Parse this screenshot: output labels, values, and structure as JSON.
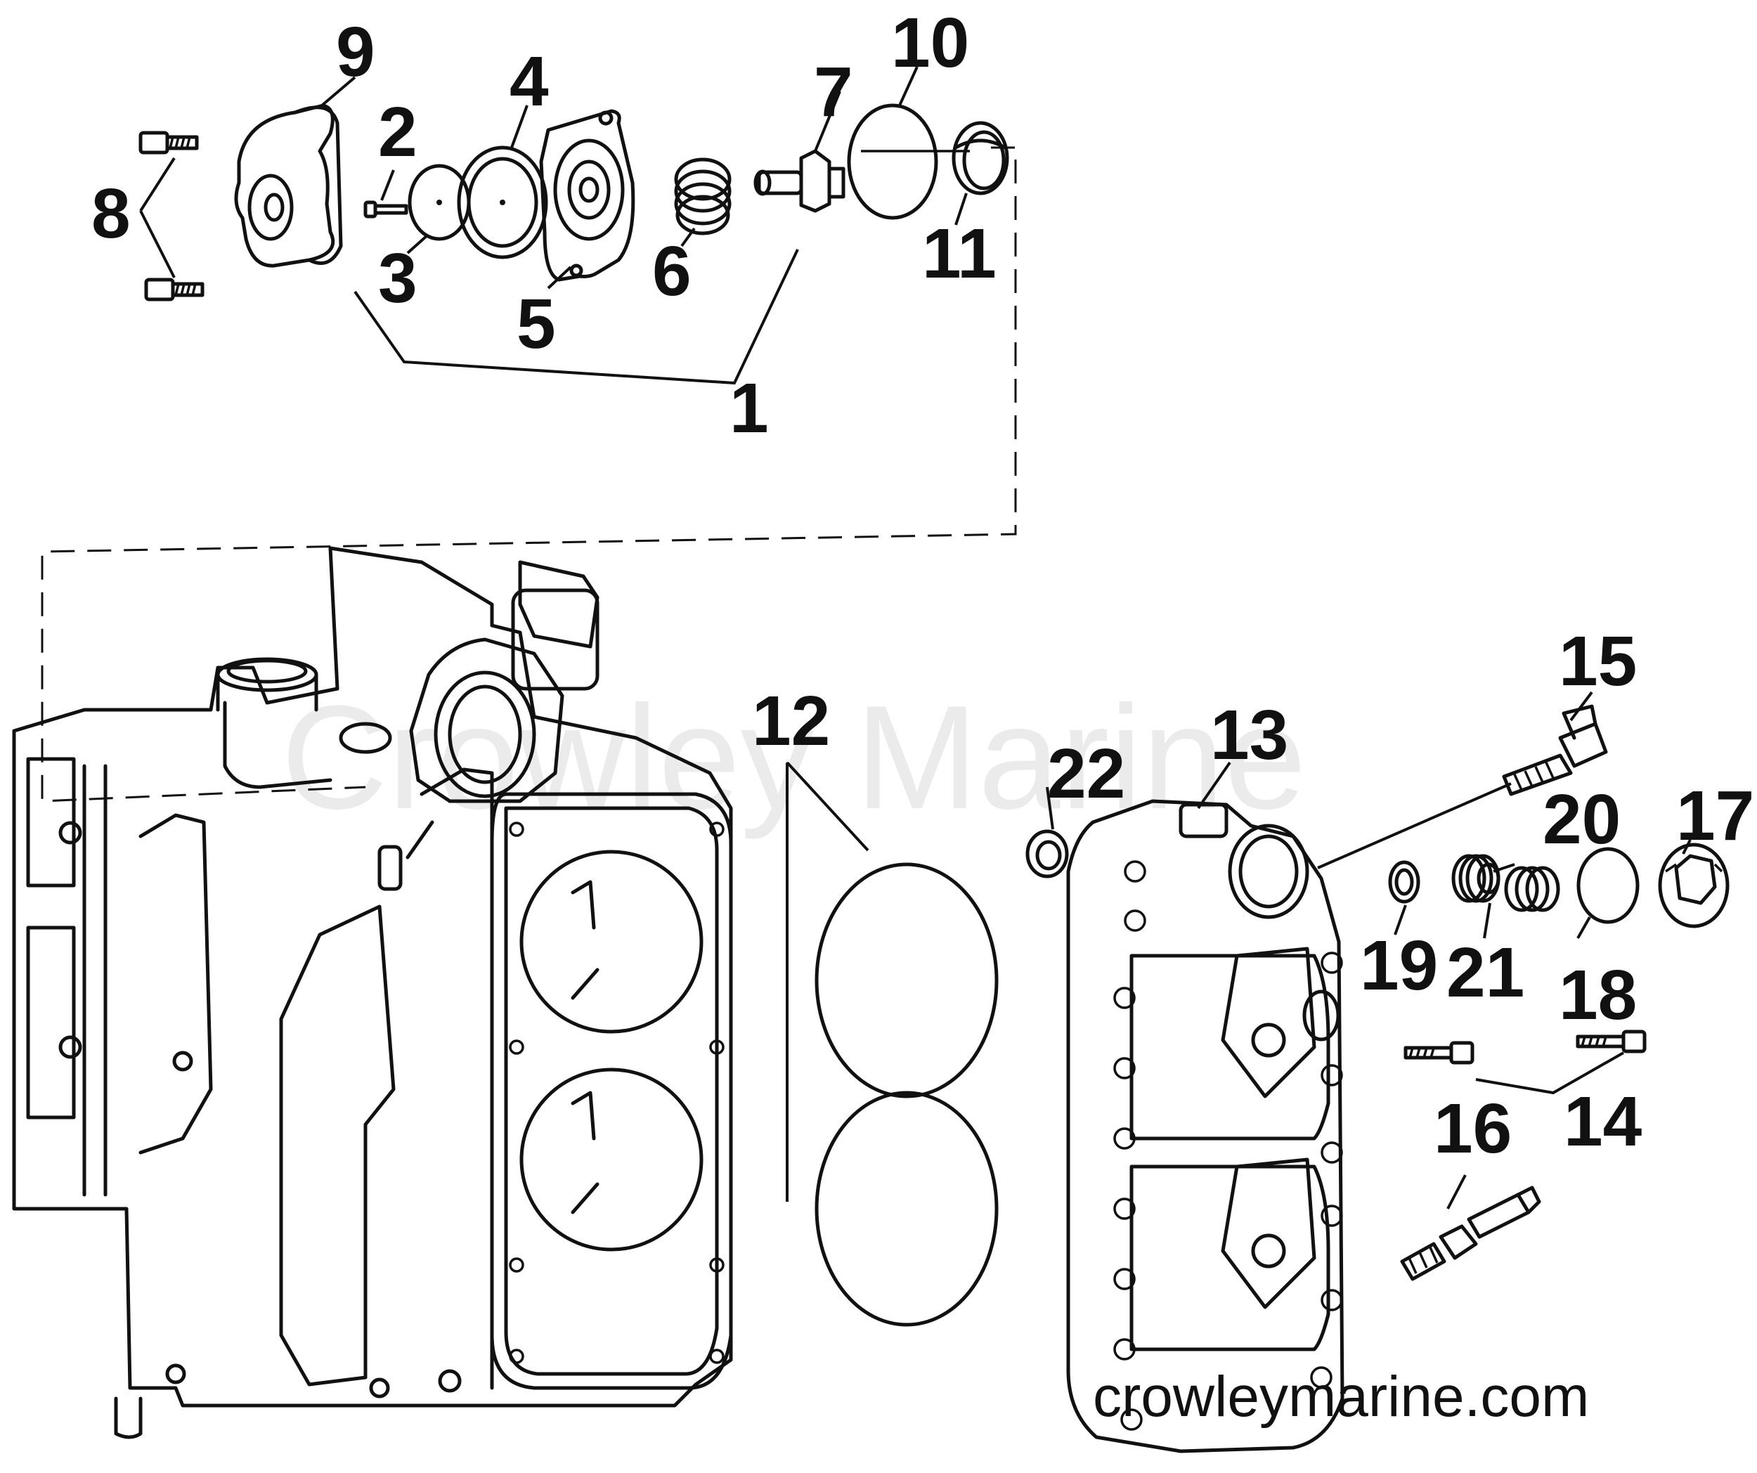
{
  "callouts": [
    {
      "id": "1",
      "label": "1"
    },
    {
      "id": "2",
      "label": "2"
    },
    {
      "id": "3",
      "label": "3"
    },
    {
      "id": "4",
      "label": "4"
    },
    {
      "id": "5",
      "label": "5"
    },
    {
      "id": "6",
      "label": "6"
    },
    {
      "id": "7",
      "label": "7"
    },
    {
      "id": "8",
      "label": "8"
    },
    {
      "id": "9",
      "label": "9"
    },
    {
      "id": "10",
      "label": "10"
    },
    {
      "id": "11",
      "label": "11"
    },
    {
      "id": "12",
      "label": "12"
    },
    {
      "id": "13",
      "label": "13"
    },
    {
      "id": "14",
      "label": "14"
    },
    {
      "id": "15",
      "label": "15"
    },
    {
      "id": "16",
      "label": "16"
    },
    {
      "id": "17",
      "label": "17"
    },
    {
      "id": "18",
      "label": "18"
    },
    {
      "id": "19",
      "label": "19"
    },
    {
      "id": "20",
      "label": "20"
    },
    {
      "id": "21",
      "label": "21"
    },
    {
      "id": "22",
      "label": "22"
    }
  ],
  "watermark": {
    "main": "Crowley Marine",
    "url": "crowleymarine.com"
  },
  "colors": {
    "line": "#111111",
    "background": "#ffffff",
    "watermark": "#c8c8c8"
  }
}
